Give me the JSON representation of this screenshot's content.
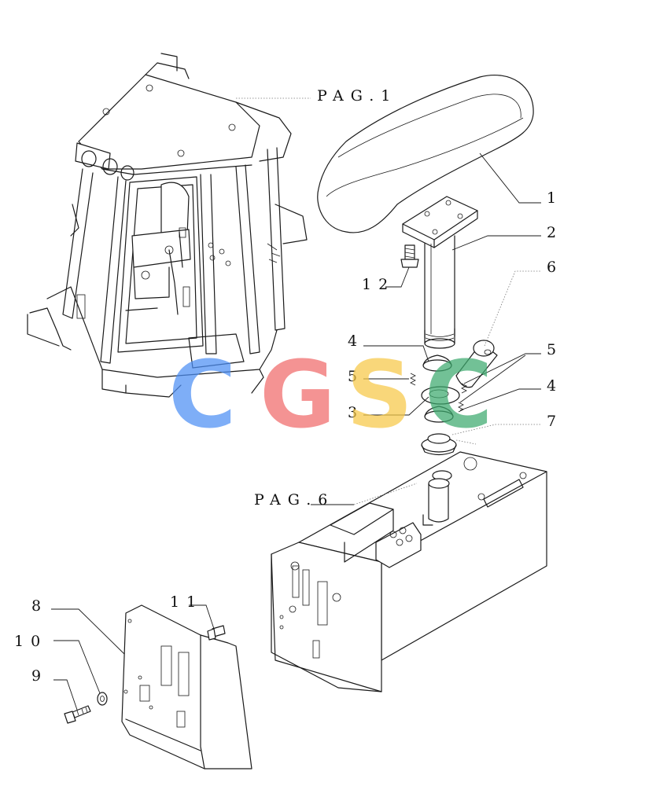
{
  "labels": {
    "pag1": "PAG.1",
    "pag6": "PAG.6",
    "p1": "1",
    "p2": "2",
    "p3": "3",
    "p4a": "4",
    "p4b": "4",
    "p5a": "5",
    "p5b": "5",
    "p6": "6",
    "p7": "7",
    "p8": "8",
    "p9": "9",
    "p10": "10",
    "p11": "11",
    "p12": "12"
  },
  "watermark": {
    "letters": [
      "C",
      "G",
      "S",
      "C"
    ],
    "colors": [
      "#4d8ff5",
      "#f06a6a",
      "#f7c948",
      "#3daa6e"
    ]
  }
}
